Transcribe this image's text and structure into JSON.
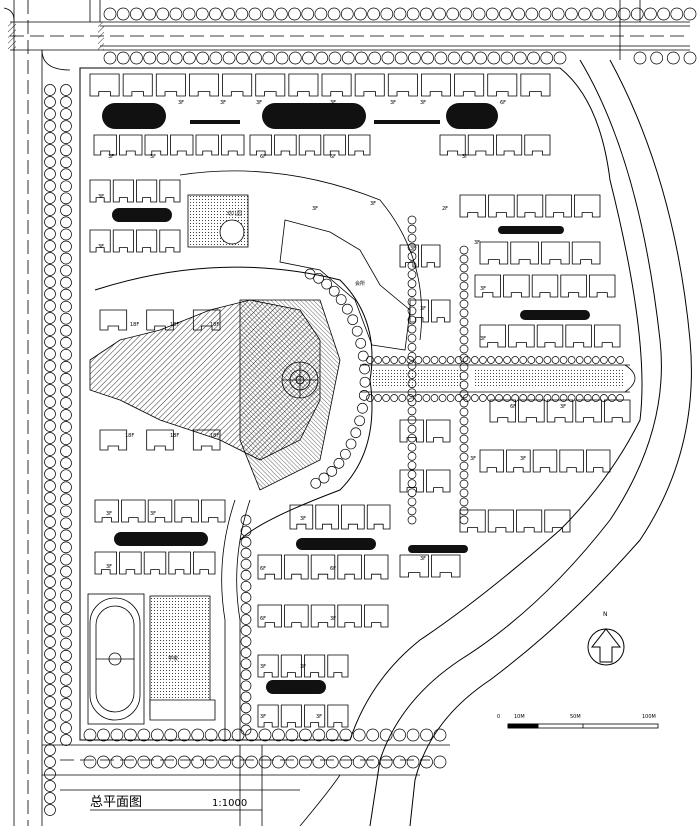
{
  "title": "总平面图",
  "scale_ratio": "1:1000",
  "north_label": "N",
  "scale_bar": {
    "zero": "0",
    "l10": "10M",
    "l50": "50M",
    "l100": "100M"
  },
  "floor_labels": [
    "3F",
    "3F",
    "3F",
    "3F",
    "3F",
    "3F",
    "6F",
    "3F",
    "3F",
    "6F",
    "6F",
    "3F",
    "3F",
    "3F",
    "3F",
    "3F",
    "2F",
    "3F",
    "3F",
    "3F",
    "6F",
    "3F",
    "3F",
    "3F",
    "3F",
    "3F",
    "3F",
    "6F",
    "6F",
    "3F",
    "6F",
    "3F",
    "3F",
    "3F",
    "3F",
    "3F",
    "3F",
    "3F",
    "3F"
  ],
  "building_labels": {
    "center_top": "18F",
    "center_top2": "18F",
    "center_top3": "18F",
    "center_bot": "18F",
    "center_bot2": "18F",
    "center_bot3": "18F",
    "clubhouse": "会所",
    "school": "学校",
    "kindergarten": "幼儿园"
  }
}
